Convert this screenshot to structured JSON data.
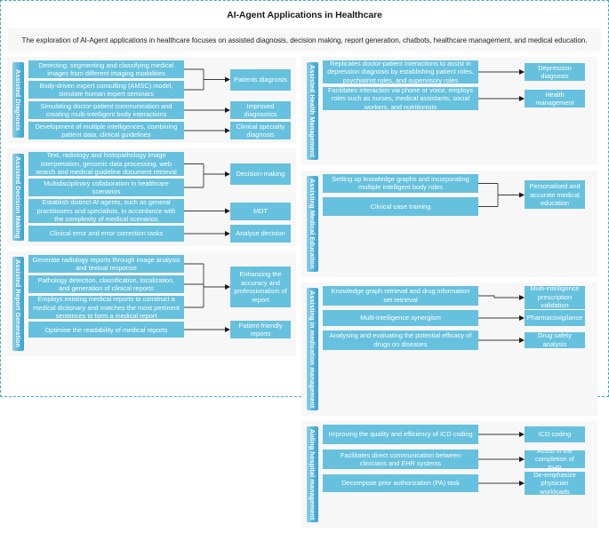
{
  "title": "AI-Agent Applications in Healthcare",
  "subtitle": "The exploration of AI-Agent applications in healthcare focuses on assisted diagnosis, decision making, report generation, chatbots, healthcare management, and medical education.",
  "colors": {
    "box_fill": "#66c1de",
    "label_bar": "#57b4d8",
    "panel_bg": "#f7f7f7",
    "border_dashed": "#45A8CE",
    "arrow": "#1a1a1a"
  },
  "sections": [
    {
      "id": "assisted-diagnosis",
      "column": "left",
      "label": "Assisted Diagnosis",
      "tasks": [
        "Detecting, segmenting and classifying medical images from different imaging modalities",
        "Body-driven expert consulting (AMSC) model, simulate human expert seminars",
        "Simulating doctor-patient communication and creating multi-intelligent body interactions",
        "Development of multiple intelligences, combining patient data, clinical guidelines"
      ],
      "outcomes": [
        "Patients diagnosis",
        "Improved diagnostics",
        "Clinical specialty diagnosis"
      ]
    },
    {
      "id": "assisted-decision-making",
      "column": "left",
      "label": "Assisted Decision Making",
      "tasks": [
        "Text, radiology and histopathology image interpretation, genomic data processing, web search and medical guideline document retrieval",
        "Multidisciplinary collaboration in healthcare scenarios",
        "Establish distinct AI agents, such as general practitioners and specialists, in accordance with the complexity of medical scenarios",
        "Clinical error and error correction tasks"
      ],
      "outcomes": [
        "Decision-making",
        "MDT",
        "Analyse decision"
      ]
    },
    {
      "id": "assisted-report-generation",
      "column": "left",
      "label": "Assisted Report Generation",
      "tasks": [
        "Generate radiology reports through image analysis and textual response",
        "Pathology detection, classification, localization, and generation of clinical reports",
        "Employs existing medical reports to construct a medical dictionary and matches the most pertinent sentences to form a medical report",
        "Optimise the readability of medical reports"
      ],
      "outcomes": [
        "Enhancing the accuracy and professionalism of report",
        "Patient-friendly reports"
      ]
    },
    {
      "id": "assisted-health-management",
      "column": "right",
      "label": "Assisted Health Management",
      "tasks": [
        "Replicates doctor-patient interactions to assist in depression diagnosis by establishing patient roles, psychiatrist roles, and supervisory roles",
        "Facilitates interaction via phone or voice, employs roles such as nurses, medical assistants, social workers, and nutritionists"
      ],
      "outcomes": [
        "Depression diagnosis",
        "Health management"
      ]
    },
    {
      "id": "assisting-medical-education",
      "column": "right",
      "label": "Assisting Medical Education",
      "tasks": [
        "Setting up knowledge graphs and incorporating multiple intelligent body roles",
        "Clinical case training"
      ],
      "outcomes": [
        "Personalised and accurate medical education"
      ]
    },
    {
      "id": "assisting-medication-management",
      "column": "right",
      "label": "Assisting in medication management",
      "tasks": [
        "Knowledge graph retrieval and drug information set retrieval",
        "Multi-intelligence synergism",
        "Analysing and evaluating the potential efficacy of drugs on diseases"
      ],
      "outcomes": [
        "Multi-intelligence prescription validation",
        "Pharmacovigilance",
        "Drug safety analysis"
      ]
    },
    {
      "id": "aiding-hospital-management",
      "column": "right",
      "label": "Aiding hospital management",
      "tasks": [
        "Improving the quality and efficiency of ICD coding",
        "Facilitates direct communication between clinicians and EHR systems",
        "Decompose prior authorization (PA) task"
      ],
      "outcomes": [
        "ICD coding",
        "Assist in the completion of EHR",
        "De-emphasize physician workloads"
      ]
    }
  ]
}
